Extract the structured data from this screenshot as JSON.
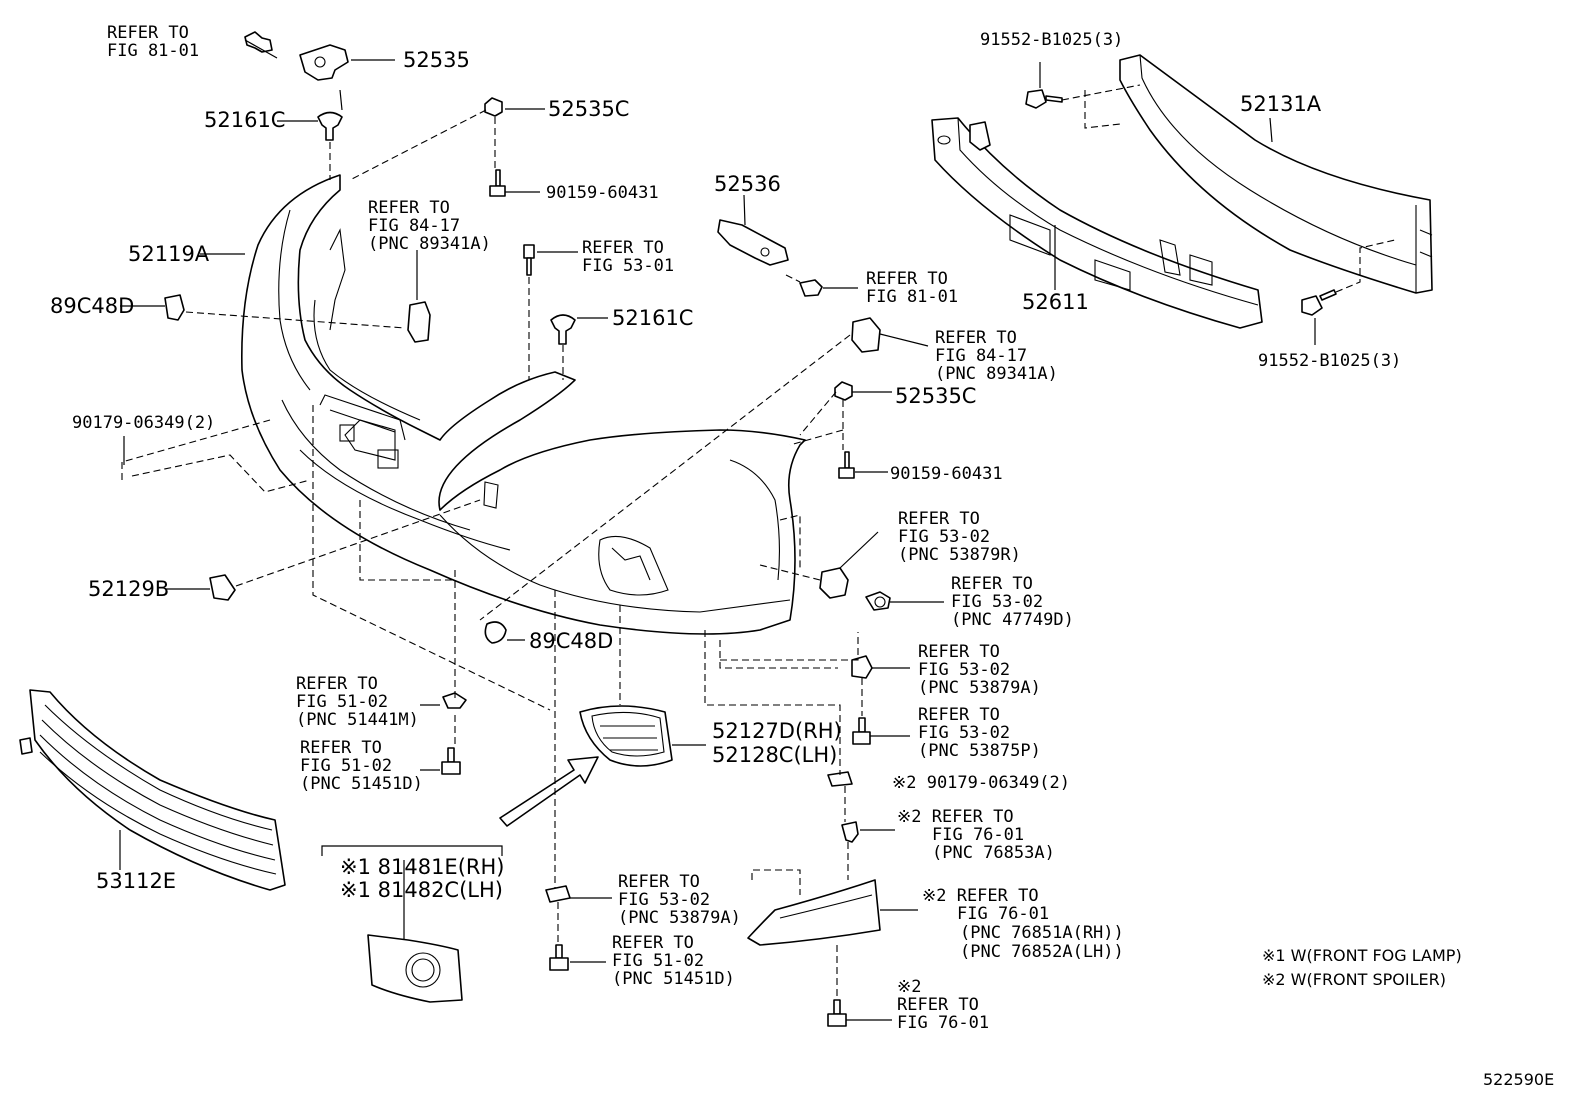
{
  "labels": {
    "p52535": "52535",
    "refer_fig8101_top": [
      "REFER TO",
      "FIG 81-01"
    ],
    "p52161c_top": "52161C",
    "p52535c_top": "52535C",
    "p90159_top": "90159-60431",
    "refer_fig8417_left": [
      "REFER TO",
      "FIG 84-17",
      "(PNC 89341A)"
    ],
    "p52119a": "52119A",
    "refer_fig5301": [
      "REFER TO",
      "FIG 53-01"
    ],
    "p89c48d_left": "89C48D",
    "p52161c_mid": "52161C",
    "p52536": "52536",
    "refer_fig8101_mid": [
      "REFER TO",
      "FIG 81-01"
    ],
    "refer_fig8417_right": [
      "REFER TO",
      "FIG 84-17",
      "(PNC 89341A)"
    ],
    "p52535c_mid": "52535C",
    "p90179_left": "90179-06349(2)",
    "p90159_mid": "90159-60431",
    "p91552_top": "91552-B1025(3)",
    "p52131a": "52131A",
    "p52611": "52611",
    "p91552_bottom": "91552-B1025(3)",
    "refer_53879r": [
      "REFER TO",
      "FIG 53-02",
      "(PNC 53879R)"
    ],
    "refer_47749d": [
      "REFER TO",
      "FIG 53-02",
      "(PNC 47749D)"
    ],
    "p52129b": "52129B",
    "p89c48d_bottom": "89C48D",
    "refer_53879a_right": [
      "REFER TO",
      "FIG 53-02",
      "(PNC 53879A)"
    ],
    "refer_53875p": [
      "REFER TO",
      "FIG 53-02",
      "(PNC 53875P)"
    ],
    "refer_51441m": [
      "REFER TO",
      "FIG 51-02",
      "(PNC 51441M)"
    ],
    "refer_51451d_left": [
      "REFER TO",
      "FIG 51-02",
      "(PNC 51451D)"
    ],
    "p52127d": "52127D(RH)",
    "p52128c": "52128C(LH)",
    "p90179_right": "※2 90179-06349(2)",
    "refer_76853a": [
      "※2 REFER TO",
      "FIG 76-01",
      "(PNC 76853A)"
    ],
    "p53112e": "53112E",
    "p81481e": "※1 81481E(RH)",
    "p81482c": "※1 81482C(LH)",
    "refer_53879a_bottom": [
      "REFER TO",
      "FIG 53-02",
      "(PNC 53879A)"
    ],
    "refer_51451d_bottom": [
      "REFER TO",
      "FIG 51-02",
      "(PNC 51451D)"
    ],
    "refer_76851a": [
      "※2 REFER TO",
      "FIG 76-01",
      "(PNC 76851A(RH))",
      "(PNC 76852A(LH))"
    ],
    "refer_7601_bottom": [
      "※2",
      "REFER TO",
      "FIG 76-01"
    ]
  },
  "notes": [
    "※1 W(FRONT FOG LAMP)",
    "※2 W(FRONT SPOILER)"
  ],
  "figure_code": "522590E"
}
